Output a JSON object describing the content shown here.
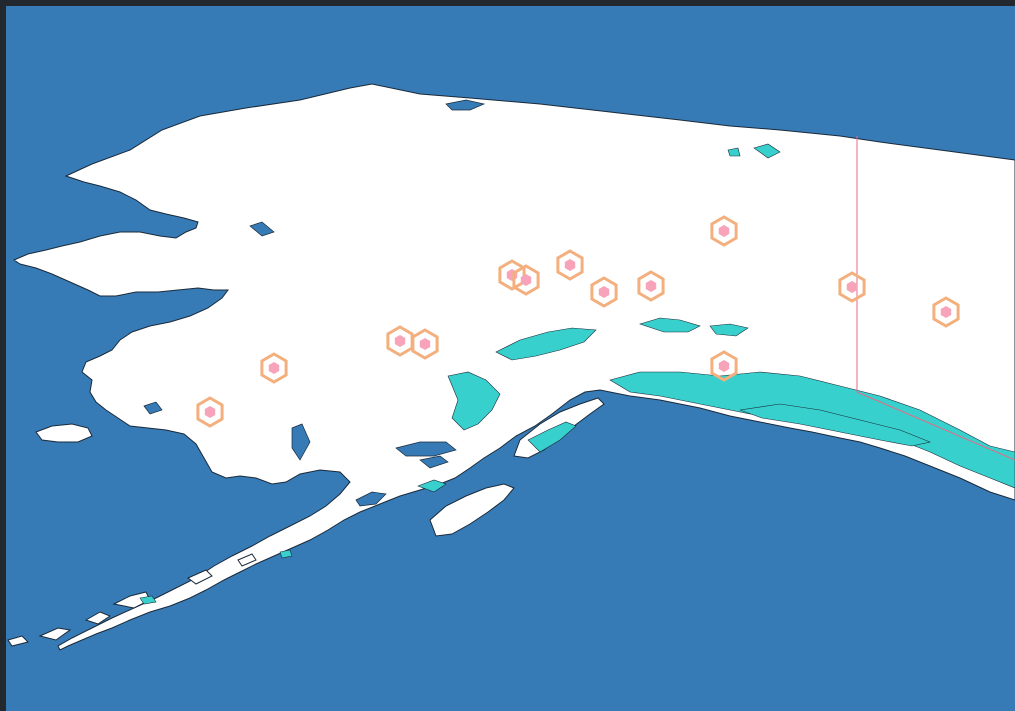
{
  "map": {
    "colors": {
      "ocean": "#377bb6",
      "land": "#ffffff",
      "coastline": "#1a2a3a",
      "lake": "#377bb6",
      "glacier": "#38d0cc",
      "boundary": "#e86a86",
      "marker_ring": "#f3b07e",
      "marker_core": "#f7a4bb"
    },
    "markers": [
      {
        "name": "marker-1"
      },
      {
        "name": "marker-2"
      },
      {
        "name": "marker-3"
      },
      {
        "name": "marker-4"
      },
      {
        "name": "marker-5"
      },
      {
        "name": "marker-6"
      },
      {
        "name": "marker-7"
      },
      {
        "name": "marker-8"
      },
      {
        "name": "marker-9"
      },
      {
        "name": "marker-10"
      },
      {
        "name": "marker-11"
      },
      {
        "name": "marker-12"
      },
      {
        "name": "marker-13"
      }
    ]
  }
}
